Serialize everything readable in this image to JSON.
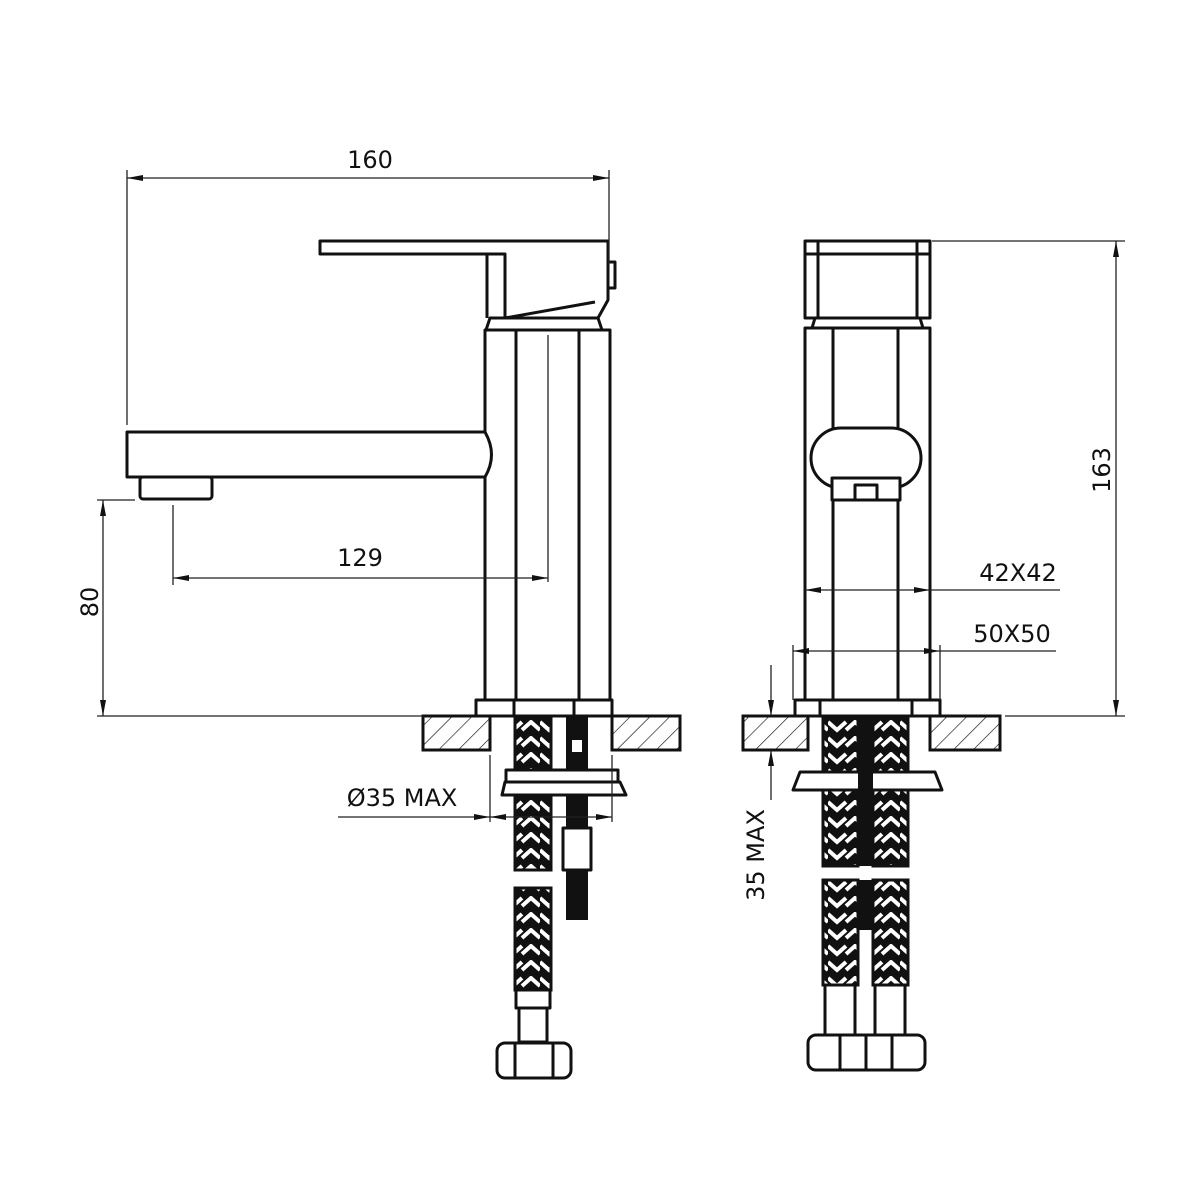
{
  "drawing": {
    "dimensions": {
      "overall_length": "160",
      "spout_reach": "129",
      "spout_height": "80",
      "overall_height": "163",
      "body_size": "42X42",
      "base_size": "50X50",
      "hole_diameter": "Ø35 MAX",
      "counter_thickness": "35 MAX"
    },
    "colors": {
      "line": "#111111",
      "background": "#ffffff"
    }
  }
}
